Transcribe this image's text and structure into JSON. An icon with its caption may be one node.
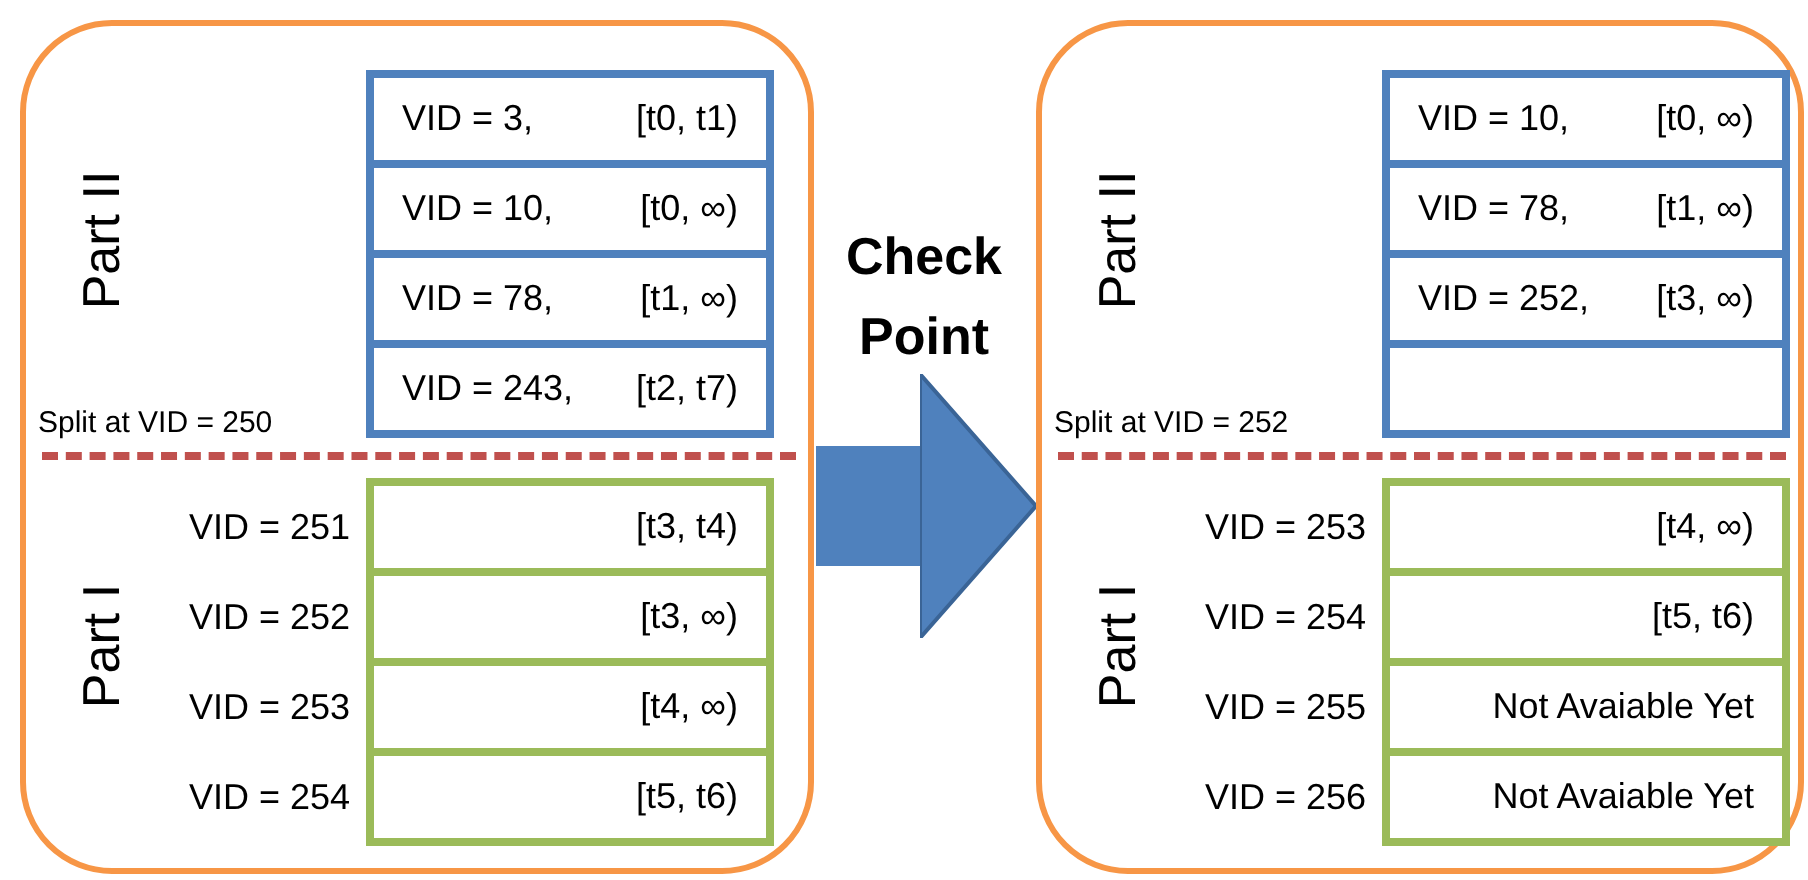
{
  "diagram": {
    "nodes": [
      {
        "text": [
          "Part II",
          "Part I"
        ]
      },
      {
        "text": [
          "VID = 3,",
          "[t0, t1)"
        ],
        "in": 0
      },
      {
        "text": [
          "VID = 10,",
          "[t0, ∞)"
        ],
        "in": 0
      },
      {
        "text": [
          "VID = 78,",
          "[t1, ∞)"
        ],
        "in": 0
      },
      {
        "text": [
          "VID = 243,",
          "[t2, t7)"
        ],
        "in": 0
      },
      {
        "text": [
          "[t3, t4)"
        ],
        "beside": [
          "VID = 251"
        ],
        "in": 0
      },
      {
        "text": [
          "[t3, ∞)"
        ],
        "beside": [
          "VID = 252"
        ],
        "in": 0
      },
      {
        "text": [
          "[t4, ∞)"
        ],
        "beside": [
          "VID = 253"
        ],
        "in": 0
      },
      {
        "text": [
          "[t5, t6)"
        ],
        "beside": [
          "VID = 254"
        ],
        "in": 0
      },
      {
        "text": [
          "Part II",
          "Part I"
        ]
      },
      {
        "text": [
          "VID = 10,",
          "[t0, ∞)"
        ],
        "in": 9
      },
      {
        "text": [
          "VID = 78,",
          "[t1, ∞)"
        ],
        "in": 9
      },
      {
        "text": [
          "VID = 252,",
          "[t3, ∞)"
        ],
        "in": 9
      },
      {
        "text": [],
        "shape": "box",
        "in": 9
      },
      {
        "text": [
          "[t4, ∞)"
        ],
        "beside": [
          "VID = 253"
        ],
        "in": 9
      },
      {
        "text": [
          "[t5, t6)"
        ],
        "beside": [
          "VID = 254"
        ],
        "in": 9
      },
      {
        "text": [
          "Not Avaiable Yet"
        ],
        "beside": [
          "VID = 255"
        ],
        "in": 9
      },
      {
        "text": [
          "Not Avaiable Yet"
        ],
        "beside": [
          "VID = 256"
        ],
        "in": 9
      }
    ],
    "edges": [
      {
        "from": 0,
        "to": 9,
        "arrow": "to",
        "label": "Check Point"
      }
    ],
    "labels": [
      "Split at VID = 250",
      "Split at VID = 252"
    ]
  }
}
